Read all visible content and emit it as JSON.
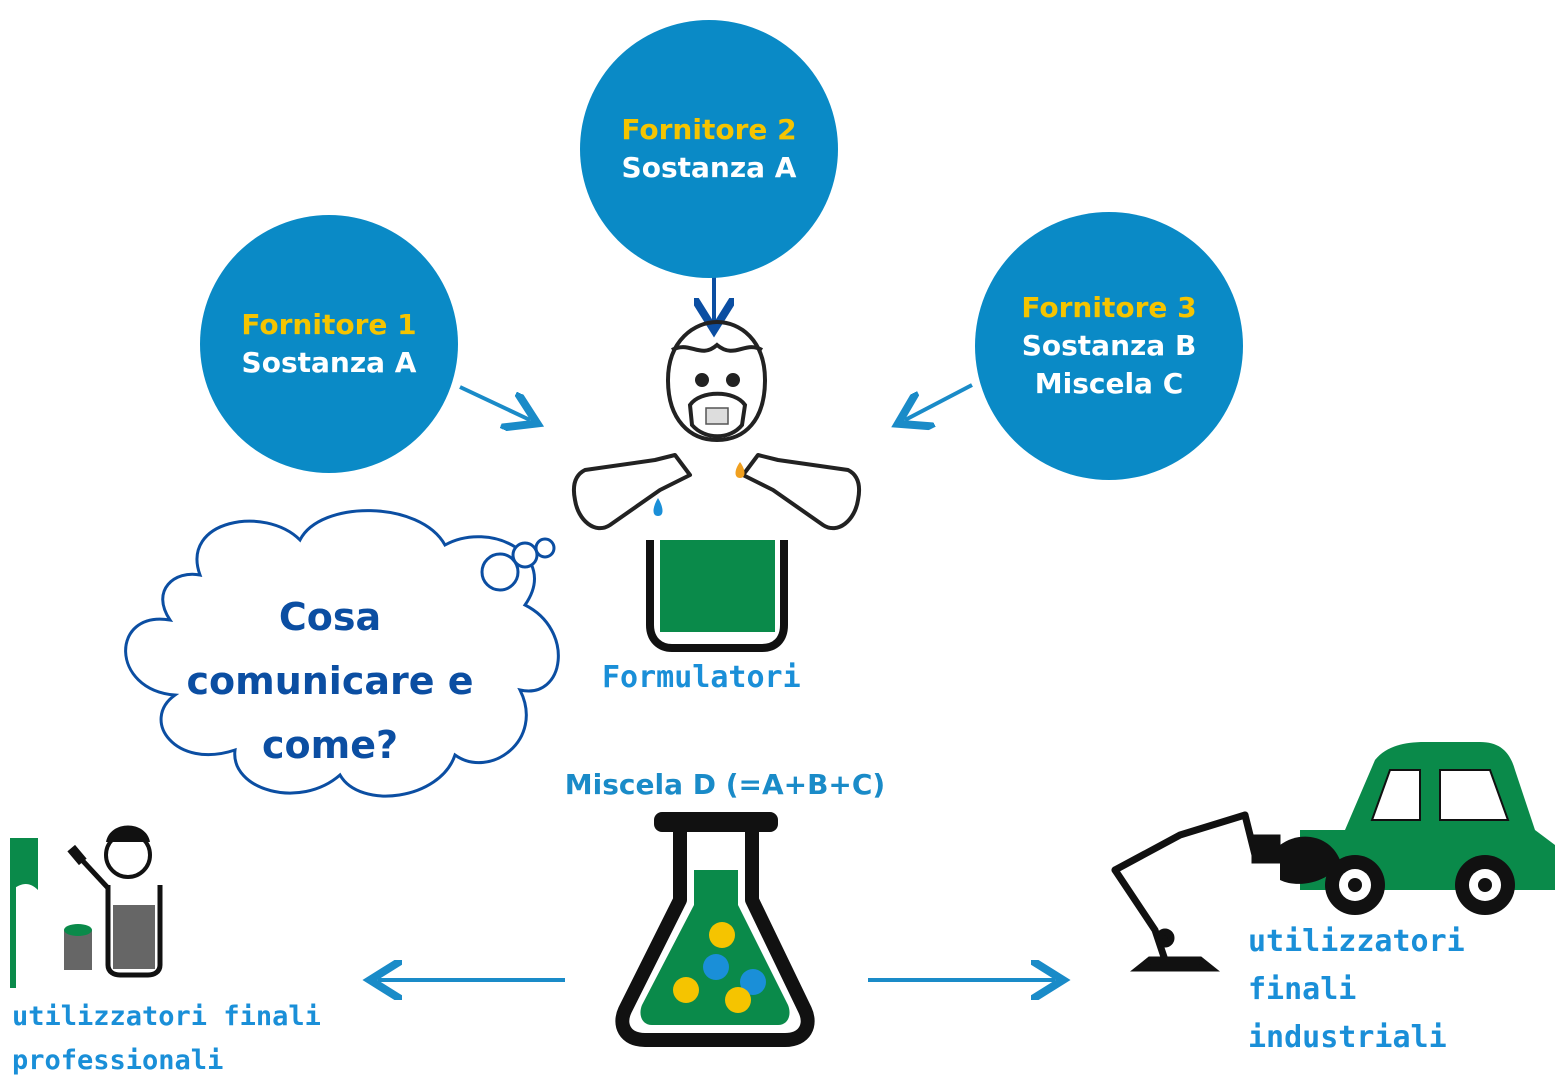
{
  "suppliers": [
    {
      "name": "Fornitore 1",
      "items": [
        "Sostanza A"
      ]
    },
    {
      "name": "Fornitore 2",
      "items": [
        "Sostanza A"
      ]
    },
    {
      "name": "Fornitore 3",
      "items": [
        "Sostanza B",
        "Miscela C"
      ]
    }
  ],
  "formulators_label": "Formulatori",
  "thought_bubble": [
    "Cosa",
    "comunicare e",
    "come?"
  ],
  "mixture_label": "Miscela D (=A+B+C)",
  "end_users": {
    "professional": [
      "utilizzatori finali",
      "professionali"
    ],
    "industrial": [
      "utilizzatori finali",
      "industriali"
    ]
  },
  "colors": {
    "circle": "#0a8ac6",
    "supplier_name": "#f5c400",
    "green": "#0a8a4a",
    "arrow": "#1a8bc8",
    "question": "#0b4ea2"
  },
  "icons": [
    "worker-mask-icon",
    "bottle-icon",
    "beaker-icon",
    "flask-icon",
    "painter-icon",
    "robot-arm-icon",
    "car-icon"
  ]
}
